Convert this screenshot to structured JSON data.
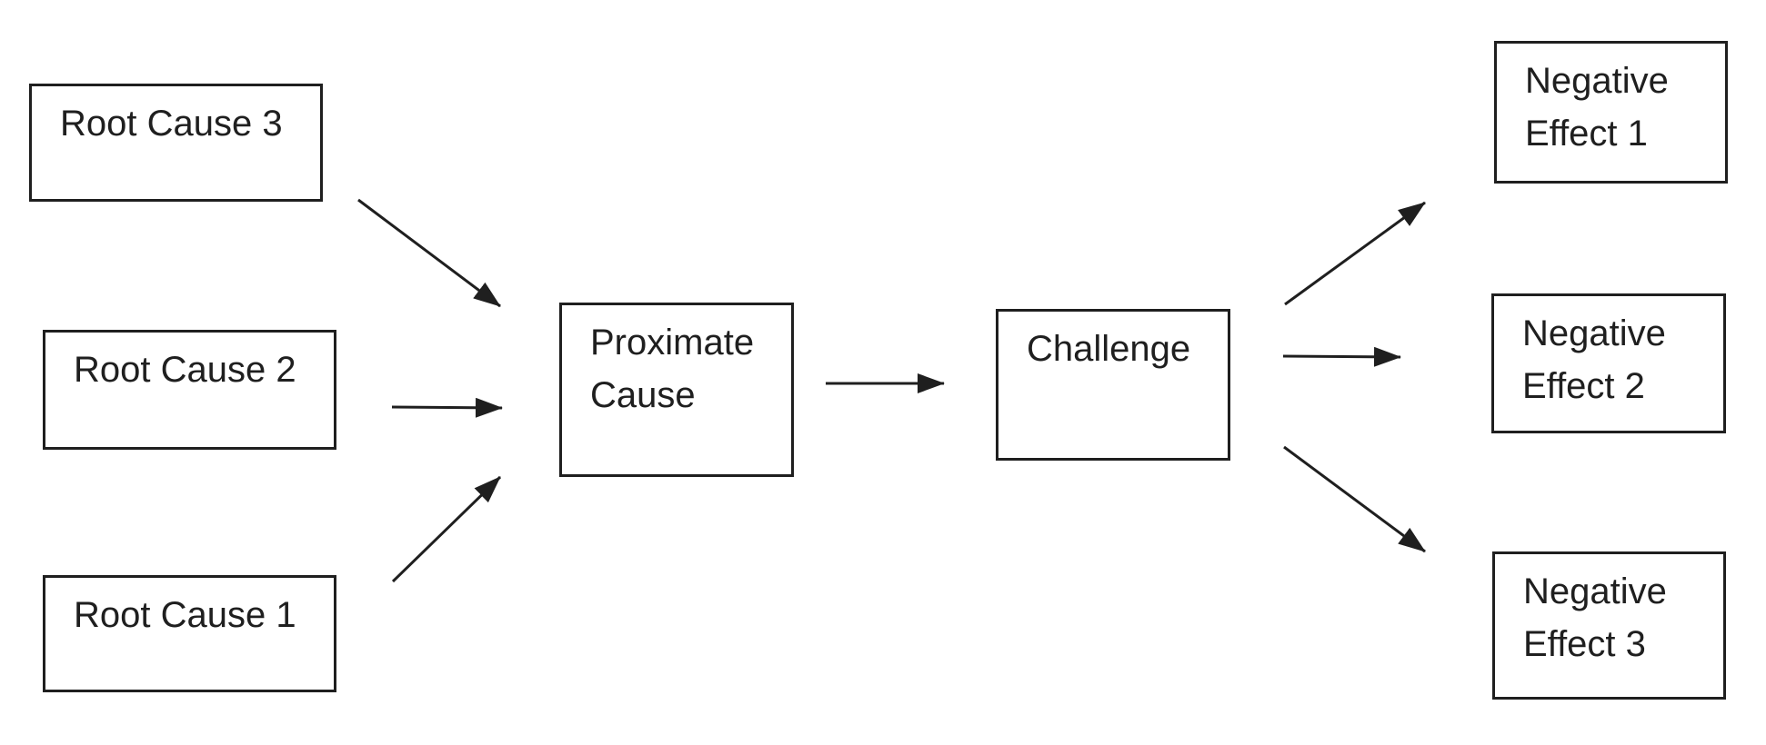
{
  "diagram": {
    "type": "flow-diagram",
    "colors": {
      "background": "#ffffff",
      "box_border": "#1f1f1f",
      "box_fill": "#ffffff",
      "text": "#1f1f1f",
      "arrow": "#1f1f1f"
    },
    "nodes": {
      "root_cause_3": {
        "label": "Root Cause 3"
      },
      "root_cause_2": {
        "label": "Root Cause 2"
      },
      "root_cause_1": {
        "label": "Root Cause 1"
      },
      "proximate_cause": {
        "label": "Proximate Cause"
      },
      "challenge": {
        "label": "Challenge"
      },
      "negative_effect_1": {
        "label": "Negative Effect 1"
      },
      "negative_effect_2": {
        "label": "Negative Effect 2"
      },
      "negative_effect_3": {
        "label": "Negative Effect 3"
      }
    },
    "edges": [
      {
        "from": "root_cause_3",
        "to": "proximate_cause"
      },
      {
        "from": "root_cause_2",
        "to": "proximate_cause"
      },
      {
        "from": "root_cause_1",
        "to": "proximate_cause"
      },
      {
        "from": "proximate_cause",
        "to": "challenge"
      },
      {
        "from": "challenge",
        "to": "negative_effect_1"
      },
      {
        "from": "challenge",
        "to": "negative_effect_2"
      },
      {
        "from": "challenge",
        "to": "negative_effect_3"
      }
    ]
  }
}
